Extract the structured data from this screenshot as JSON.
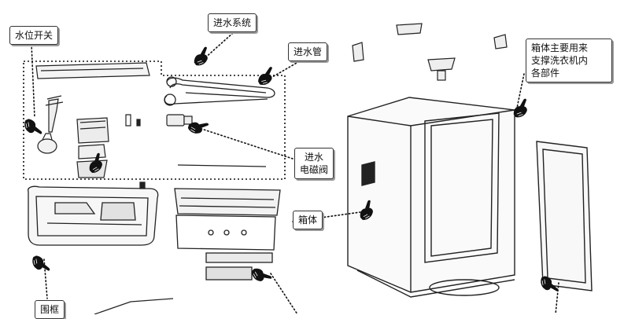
{
  "labels": {
    "water_level_switch": "水位开关",
    "inlet_system": "进水系统",
    "inlet_pipe": "进水管",
    "inlet_valve": [
      "进水",
      "电磁阀"
    ],
    "cabinet_note": [
      "箱体主要用来",
      "支撑洗衣机内",
      "各部件"
    ],
    "cabinet": "箱体",
    "frame": "围框"
  },
  "colors": {
    "line": "#222222",
    "dotted_leader": "#111111",
    "label_border": "#333333",
    "label_shadow": "#9a9a9a",
    "hand_pointer": "#111111",
    "background": "#ffffff"
  },
  "icons": [
    "hand-pointer-icon"
  ]
}
